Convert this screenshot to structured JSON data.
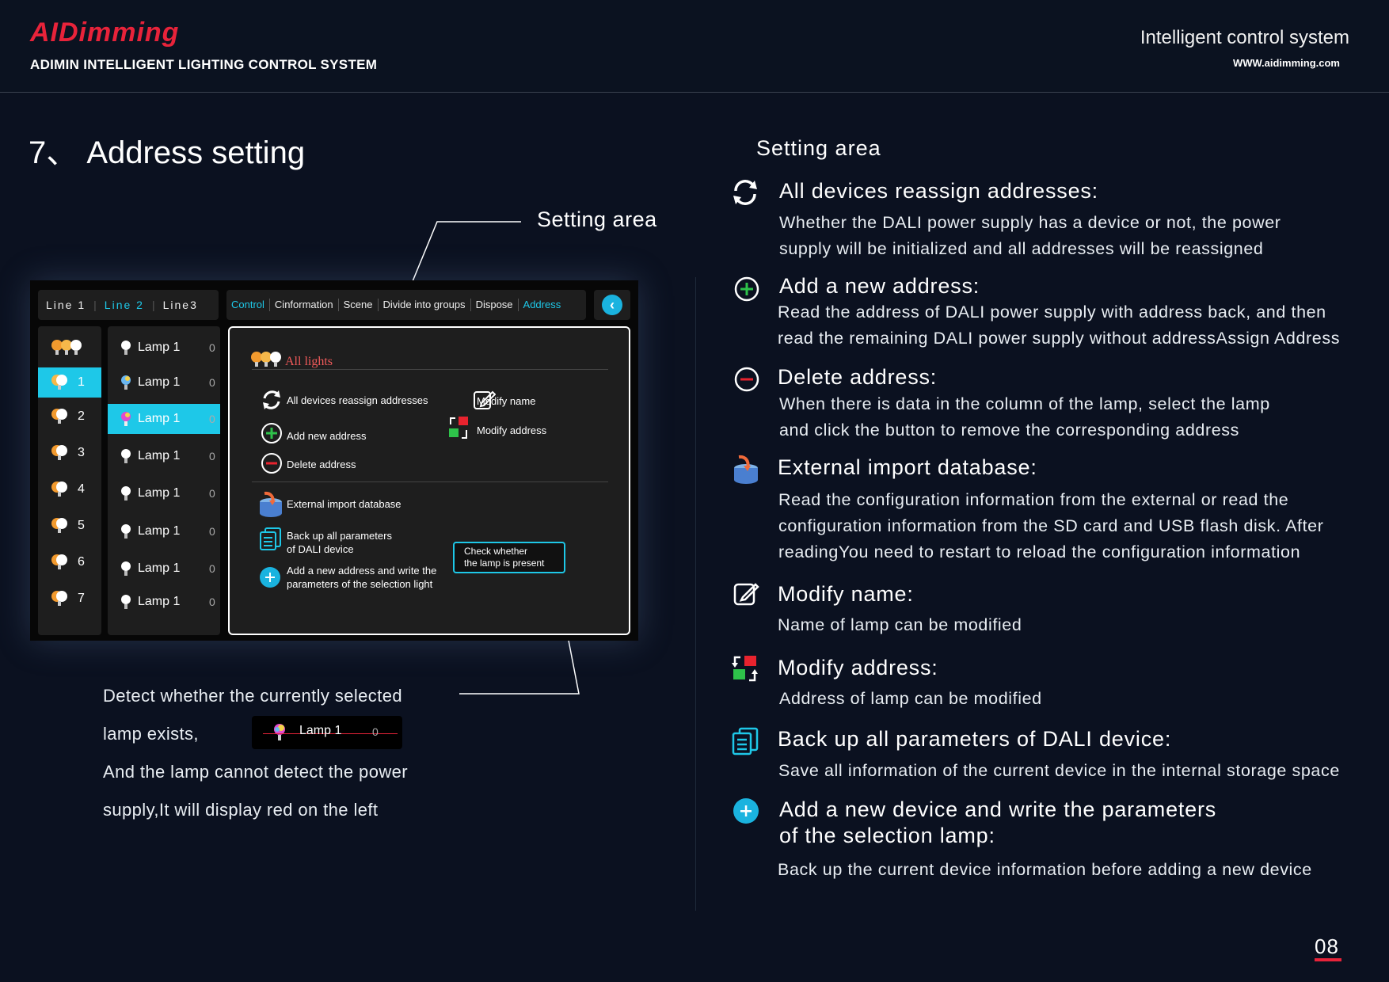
{
  "header": {
    "logo": "AIDimming",
    "system_name": "ADIMIN INTELLIGENT LIGHTING CONTROL SYSTEM",
    "tagline": "Intelligent control system",
    "website": "WWW.aidimming.com"
  },
  "section_title": "7、  Address setting",
  "callout_setting_area": "Setting area",
  "app": {
    "lines": [
      "Line 1",
      "Line 2",
      "Line3"
    ],
    "active_line": "Line 2",
    "tabs": [
      "Control",
      "Cinformation",
      "Scene",
      "Divide into groups",
      "Dispose",
      "Address"
    ],
    "active_tab_color": "#1ec8e8",
    "back_icon": "chevron-left-icon",
    "groups": [
      {
        "label": ""
      },
      {
        "label": "1"
      },
      {
        "label": "2"
      },
      {
        "label": "3"
      },
      {
        "label": "4"
      },
      {
        "label": "5"
      },
      {
        "label": "6"
      },
      {
        "label": "7"
      }
    ],
    "lamps": [
      {
        "name": "Lamp 1",
        "value": "0"
      },
      {
        "name": "Lamp 1",
        "value": "0"
      },
      {
        "name": "Lamp 1",
        "value": "0"
      },
      {
        "name": "Lamp 1",
        "value": "0"
      },
      {
        "name": "Lamp 1",
        "value": "0"
      },
      {
        "name": "Lamp 1",
        "value": "0"
      },
      {
        "name": "Lamp 1",
        "value": "0"
      },
      {
        "name": "Lamp 1",
        "value": "0"
      }
    ],
    "panel": {
      "header": "All lights",
      "reassign": "All devices reassign addresses",
      "add": "Add new address",
      "delete": "Delete address",
      "modify_name": "Modify name",
      "modify_address": "Modify address",
      "import_db": "External import database",
      "backup_l1": "Back up all parameters",
      "backup_l2": "of DALI device",
      "add_write_l1": "Add a new address and write the",
      "add_write_l2": "parameters of the selection light",
      "check_l1": "Check whether",
      "check_l2": "the lamp is present"
    }
  },
  "detect": {
    "line1": "Detect whether the currently selected",
    "line2": "lamp exists,",
    "line3": "And the lamp cannot detect the power",
    "line4": "supply,It will display red on the left",
    "chip_name": "Lamp 1",
    "chip_value": "0"
  },
  "right": {
    "heading": "Setting area",
    "items": [
      {
        "icon": "refresh-icon",
        "title": "All devices reassign addresses:",
        "desc1": "Whether the DALI power supply has a device or not, the power",
        "desc2": "supply will be initialized and all addresses will be reassigned"
      },
      {
        "icon": "add-circle-icon",
        "title": "Add a new address:",
        "desc1": "Read the address of DALI power supply with address back, and then",
        "desc2": "read the remaining DALI power supply without addressAssign Address"
      },
      {
        "icon": "remove-circle-icon",
        "title": "Delete address:",
        "desc1": "When there is data in the column of the lamp, select the lamp",
        "desc2": "and click the button to remove the corresponding address"
      },
      {
        "icon": "database-import-icon",
        "title": "External import database:",
        "desc1": "Read the configuration information from the external or read the",
        "desc2": "configuration information from the SD card and USB flash disk. After",
        "desc3": "readingYou need to restart to reload the configuration information"
      },
      {
        "icon": "edit-icon",
        "title": "Modify name:",
        "desc1": "Name of lamp can be modified"
      },
      {
        "icon": "swap-address-icon",
        "title": "Modify address:",
        "desc1": "Address of lamp can be modified"
      },
      {
        "icon": "backup-icon",
        "title": "Back up all parameters of DALI device:",
        "desc1": "Save all information of the current device in the internal storage space"
      },
      {
        "icon": "add-filled-icon",
        "title1": "Add a new device and write the parameters",
        "title2": "of the selection lamp:",
        "desc1": "Back up the current device information before adding a new device"
      }
    ]
  },
  "page_number": "08",
  "colors": {
    "accent": "#1ec8e8",
    "brand": "#e8233a",
    "background": "#0b1120"
  }
}
